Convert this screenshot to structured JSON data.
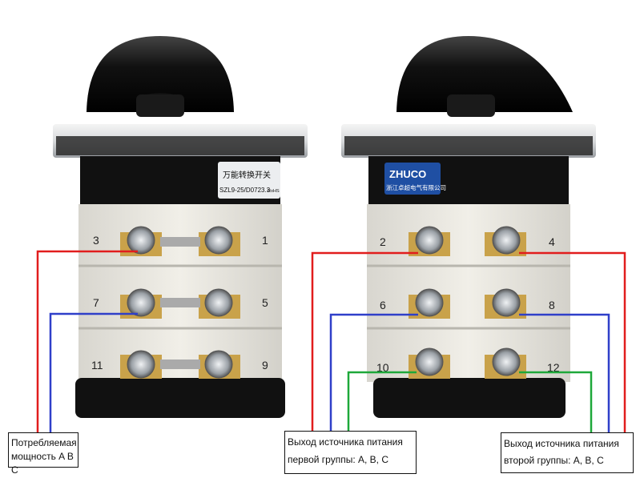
{
  "colors": {
    "wire_a": "#e11d1d",
    "wire_b": "#2f3fc9",
    "wire_c": "#1ea83a"
  },
  "left_switch": {
    "label_line1": "万能转换开关",
    "label_line2": "SZL9-25/D0723.3",
    "label_rohs": "RoHS",
    "terminals": [
      "3",
      "1",
      "7",
      "5",
      "11",
      "9"
    ]
  },
  "right_switch": {
    "brand": "ZHUCO",
    "brand_sub": "浙江卓超电气有限公司",
    "terminals": [
      "2",
      "4",
      "6",
      "8",
      "10",
      "12"
    ]
  },
  "labels": {
    "consumed": {
      "line1": "Потребляемая",
      "line2": "мощность A B C"
    },
    "group1": {
      "line1": "Выход источника питания",
      "line2": "первой группы: A, B, C"
    },
    "group2": {
      "line1": "Выход источника питания",
      "line2": "второй группы: A, B, C"
    }
  }
}
